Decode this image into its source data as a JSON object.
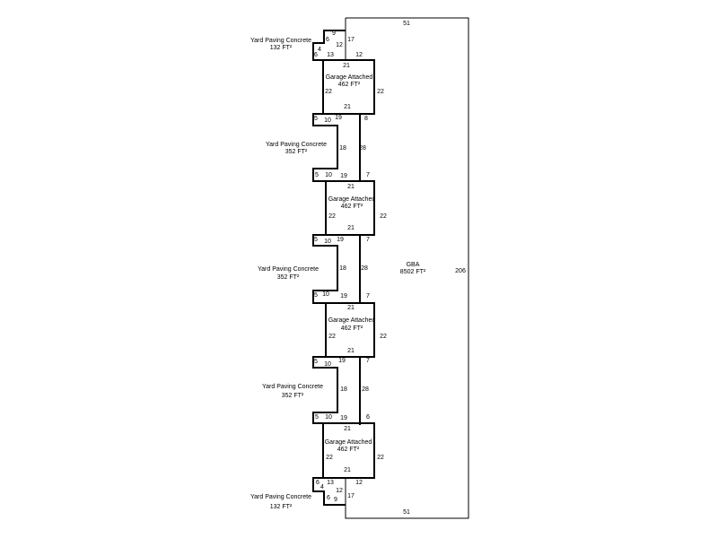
{
  "gba": {
    "name": "GBA",
    "area": "8502 FT²",
    "dims": [
      "51",
      "51",
      "206"
    ]
  },
  "garages": [
    {
      "name": "Garage Attached",
      "area": "462 FT²",
      "dims": [
        "21",
        "22",
        "22",
        "21",
        "12",
        "17"
      ]
    },
    {
      "name": "Garage Attached",
      "area": "462 FT²",
      "dims": [
        "21",
        "22",
        "22",
        "21"
      ]
    },
    {
      "name": "Garage Attached",
      "area": "462 FT²",
      "dims": [
        "21",
        "22",
        "22",
        "21"
      ]
    },
    {
      "name": "Garage Attached",
      "area": "462 FT²",
      "dims": [
        "21",
        "22",
        "22",
        "21",
        "12",
        "17"
      ]
    }
  ],
  "yards": [
    {
      "name": "Yard Paving Concrete",
      "area": "132 FT²",
      "dims": [
        "6",
        "9",
        "12",
        "4",
        "6",
        "13"
      ]
    },
    {
      "name": "Yard Paving Concrete",
      "area": "352 FT²",
      "dims": [
        "5",
        "10",
        "19",
        "8",
        "18",
        "28",
        "5",
        "10",
        "19",
        "7"
      ]
    },
    {
      "name": "Yard Paving Concrete",
      "area": "352 FT²",
      "dims": [
        "5",
        "10",
        "19",
        "7",
        "18",
        "28",
        "5",
        "10",
        "19",
        "7"
      ]
    },
    {
      "name": "Yard Paving Concrete",
      "area": "352 FT²",
      "dims": [
        "5",
        "10",
        "19",
        "7",
        "18",
        "28",
        "5",
        "10",
        "19",
        "6"
      ]
    },
    {
      "name": "Yard Paving Concrete",
      "area": "132 FT²",
      "dims": [
        "6",
        "13",
        "4",
        "12",
        "6",
        "9"
      ]
    }
  ]
}
